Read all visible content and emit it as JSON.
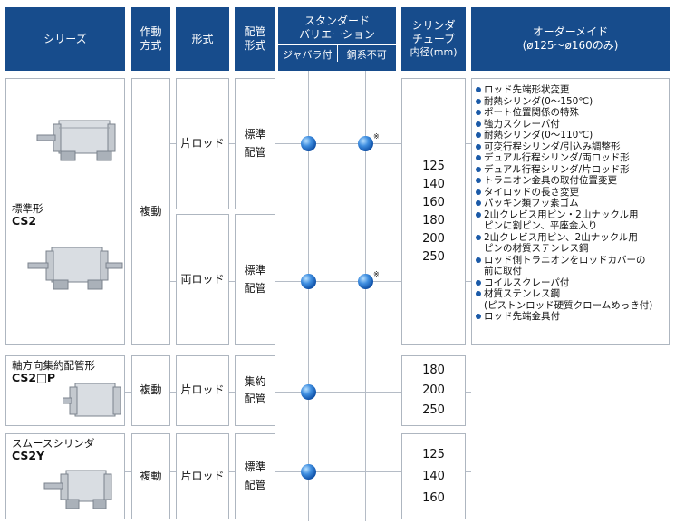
{
  "headers": {
    "series": "シリーズ",
    "operation": "作動\n方式",
    "type": "形式",
    "piping": "配管\n形式",
    "standard_variation": "スタンダード\nバリエーション",
    "bellows": "ジャバラ付",
    "copper_free": "銅系不可",
    "tube_bore": "シリンダ\nチューブ",
    "tube_bore_unit": "内径(mm)",
    "made_to_order": "オーダーメイド",
    "made_to_order_range": "(ø125〜ø160のみ)"
  },
  "rows": [
    {
      "series_label": "標準形",
      "series_code": "CS2",
      "operation": "複動",
      "types": [
        {
          "type": "片ロッド",
          "piping": "標準\n配管",
          "bellows": true,
          "copper_free": true,
          "copper_note": "※"
        },
        {
          "type": "両ロッド",
          "piping": "標準\n配管",
          "bellows": true,
          "copper_free": true,
          "copper_note": "※"
        }
      ],
      "bores": [
        "125",
        "140",
        "160",
        "180",
        "200",
        "250"
      ],
      "made_to_order": [
        {
          "text": "ロッド先端形状変更",
          "bullet": true
        },
        {
          "text": "耐熱シリンダ(0〜150℃)",
          "bullet": true
        },
        {
          "text": "ポート位置関係の特殊",
          "bullet": true
        },
        {
          "text": "強力スクレーパ付",
          "bullet": true
        },
        {
          "text": "耐熱シリンダ(0〜110℃)",
          "bullet": true
        },
        {
          "text": "可変行程シリンダ/引込み調整形",
          "bullet": true
        },
        {
          "text": "デュアル行程シリンダ/両ロッド形",
          "bullet": true
        },
        {
          "text": "デュアル行程シリンダ/片ロッド形",
          "bullet": true
        },
        {
          "text": "トラニオン金具の取付位置変更",
          "bullet": true
        },
        {
          "text": "タイロッドの長さ変更",
          "bullet": true
        },
        {
          "text": "パッキン類フッ素ゴム",
          "bullet": true
        },
        {
          "text": "2山クレビス用ピン・2山ナックル用",
          "bullet": true
        },
        {
          "text": "ピンに割ピン、平座金入り",
          "bullet": false
        },
        {
          "text": "2山クレビス用ピン、2山ナックル用",
          "bullet": true
        },
        {
          "text": "ピンの材質ステンレス鋼",
          "bullet": false
        },
        {
          "text": "ロッド側トラニオンをロッドカバーの",
          "bullet": true
        },
        {
          "text": "前に取付",
          "bullet": false
        },
        {
          "text": "コイルスクレーパ付",
          "bullet": true
        },
        {
          "text": "材質ステンレス鋼",
          "bullet": true
        },
        {
          "text": "(ピストンロッド硬質クロームめっき付)",
          "bullet": false
        },
        {
          "text": "ロッド先端金具付",
          "bullet": true
        }
      ]
    },
    {
      "series_label": "軸方向集約配管形",
      "series_code": "CS2□P",
      "operation": "複動",
      "types": [
        {
          "type": "片ロッド",
          "piping": "集約\n配管",
          "bellows": true,
          "copper_free": false
        }
      ],
      "bores": [
        "180",
        "200",
        "250"
      ]
    },
    {
      "series_label": "スムースシリンダ",
      "series_code": "CS2Y",
      "operation": "複動",
      "types": [
        {
          "type": "片ロッド",
          "piping": "標準\n配管",
          "bellows": true,
          "copper_free": false
        }
      ],
      "bores": [
        "125",
        "140",
        "160"
      ]
    }
  ],
  "colors": {
    "header_bg": "#174c8c",
    "grid_line": "#b5bcc6",
    "dot": "#1a5aa8"
  }
}
